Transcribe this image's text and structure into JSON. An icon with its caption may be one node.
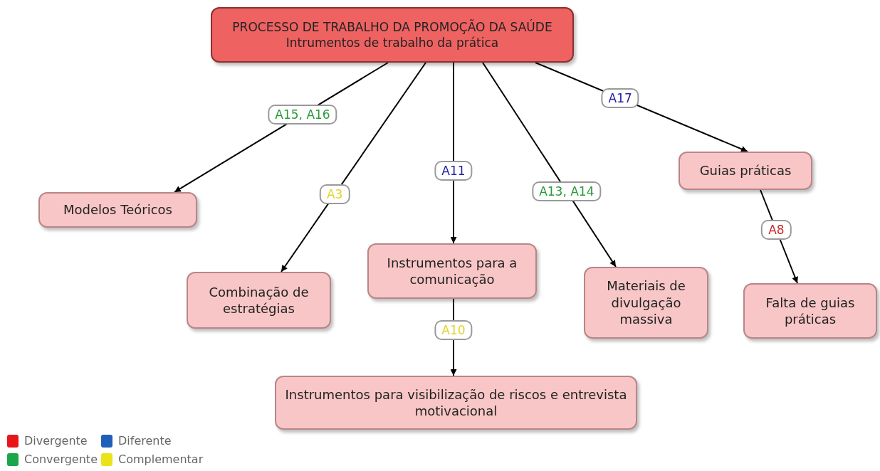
{
  "diagram": {
    "nodes": [
      {
        "text": [
          "PROCESSO DE TRABALHO DA PROMOÇÃO DA SAÚDE",
          "Intrumentos de trabalho da prática"
        ]
      },
      {
        "text": [
          "Modelos Teóricos"
        ]
      },
      {
        "text": [
          "Combinação de estratégias"
        ]
      },
      {
        "text": [
          "Instrumentos para a comunicação"
        ]
      },
      {
        "text": [
          "Materiais de divulgação massiva"
        ]
      },
      {
        "text": [
          "Guias práticas"
        ]
      },
      {
        "text": [
          "Falta de guias práticas"
        ]
      },
      {
        "text": [
          "Instrumentos para visibilização de riscos e entrevista motivacional"
        ]
      }
    ],
    "edges": [
      {
        "from": 0,
        "to": 1,
        "arrow": "to",
        "label": "A15, A16"
      },
      {
        "from": 0,
        "to": 2,
        "arrow": "to",
        "label": "A3"
      },
      {
        "from": 0,
        "to": 3,
        "arrow": "to",
        "label": "A11"
      },
      {
        "from": 0,
        "to": 4,
        "arrow": "to",
        "label": "A13, A14"
      },
      {
        "from": 0,
        "to": 5,
        "arrow": "to",
        "label": "A17"
      },
      {
        "from": 5,
        "to": 6,
        "arrow": "to",
        "label": "A8"
      },
      {
        "from": 3,
        "to": 7,
        "arrow": "to",
        "label": "A10"
      }
    ],
    "legend": [
      {
        "text": "Divergente",
        "color": "#e8161b"
      },
      {
        "text": "Diferente",
        "color": "#1f5fb8"
      },
      {
        "text": "Convergente",
        "color": "#1aa64a"
      },
      {
        "text": "Complementar",
        "color": "#ece21a"
      }
    ]
  }
}
